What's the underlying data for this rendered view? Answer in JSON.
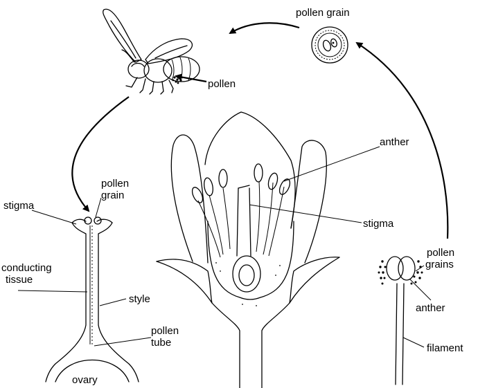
{
  "labels": {
    "pollen_grain_top": "pollen grain",
    "pollen_bee": "pollen",
    "stigma_left": "stigma",
    "pollen_grain_left_1": "pollen",
    "pollen_grain_left_2": "grain",
    "conducting_1": "conducting",
    "conducting_2": "tissue",
    "style": "style",
    "pollen_tube_1": "pollen",
    "pollen_tube_2": "tube",
    "ovary": "ovary",
    "anther_flower": "anther",
    "stigma_flower": "stigma",
    "pollen_grains_right_1": "pollen",
    "pollen_grains_right_2": "grains",
    "anther_right": "anther",
    "filament": "filament"
  }
}
